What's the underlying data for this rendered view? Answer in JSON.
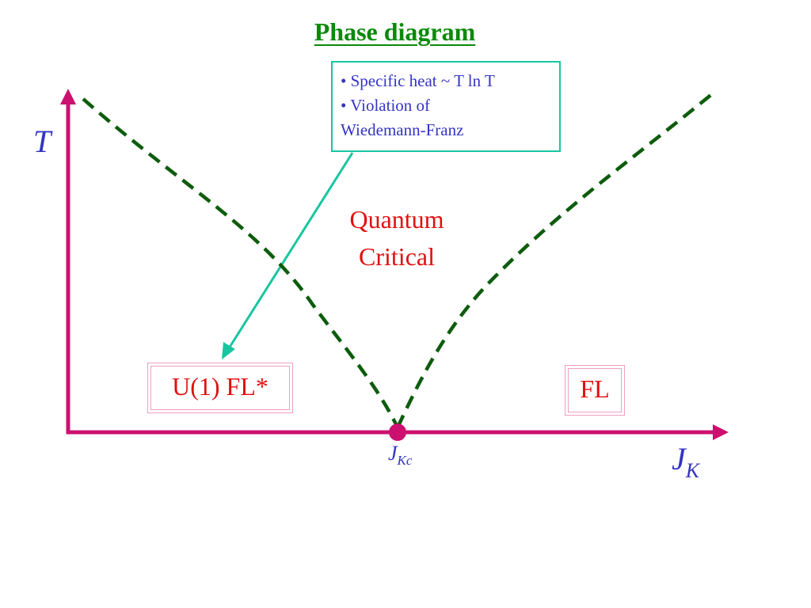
{
  "title": "Phase diagram",
  "info_box": {
    "lines": [
      "• Specific heat ~ T ln T",
      "• Violation of",
      "Wiedemann-Franz"
    ]
  },
  "regions": {
    "quantum_critical": [
      "Quantum",
      "Critical"
    ],
    "fl_star": "U(1) FL*",
    "fl": "FL"
  },
  "axes": {
    "y_label": "T",
    "x_label_main": "J",
    "x_label_sub": "K",
    "critical_point_main": "J",
    "critical_point_sub": "Kc"
  },
  "colors": {
    "title": "#0a8a0a",
    "axis": "#cc1070",
    "dashed_boundary": "#0d5c0d",
    "arrow": "#17c6a0",
    "axis_text": "#3434c4",
    "region_text": "#e01010",
    "region_border": "#f0a0c0"
  }
}
